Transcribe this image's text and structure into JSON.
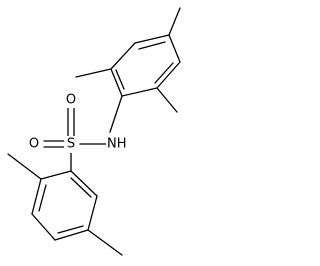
{
  "structure": {
    "atoms": {
      "sulfur": "S",
      "oxygen_top": "O",
      "oxygen_left": "O",
      "amine": "NH"
    }
  }
}
